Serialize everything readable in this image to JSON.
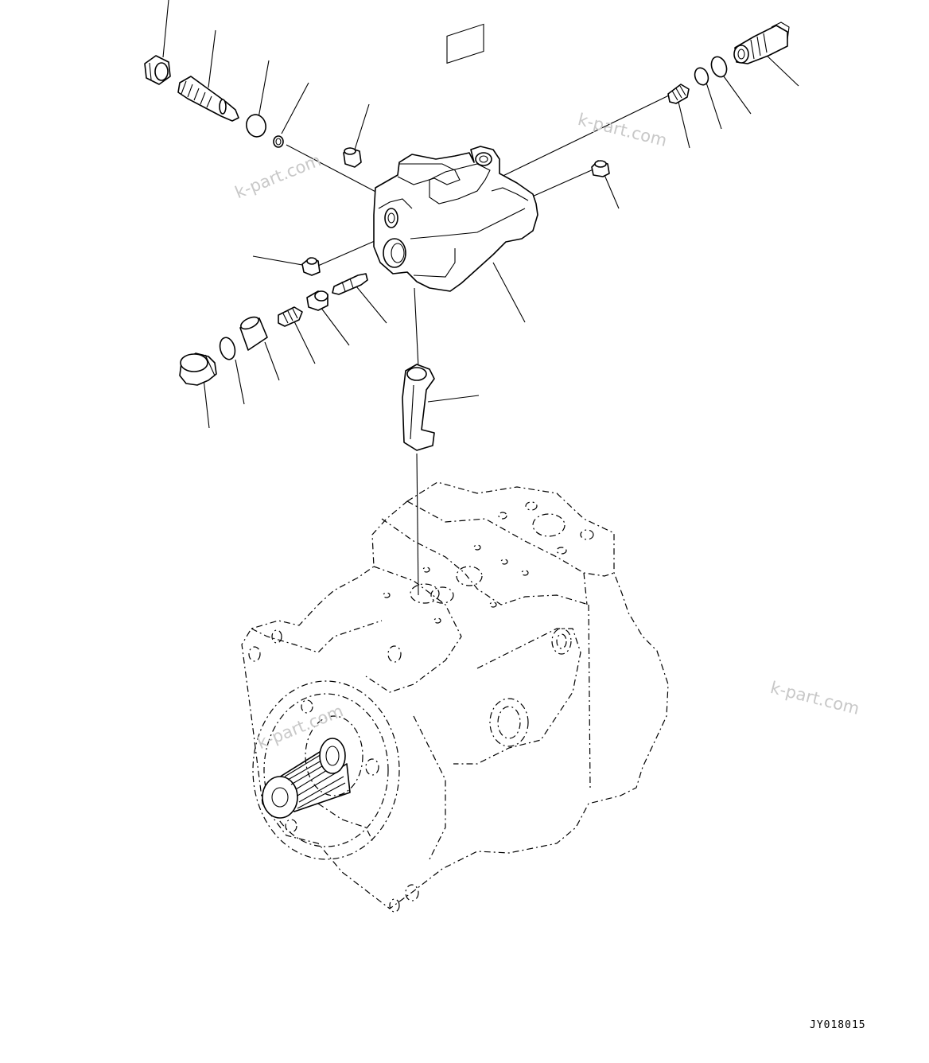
{
  "diagram": {
    "drawing_code": "JY018015",
    "watermarks": [
      "k-part.com",
      "k-part.com",
      "k-part.com",
      "k-part.com"
    ]
  }
}
